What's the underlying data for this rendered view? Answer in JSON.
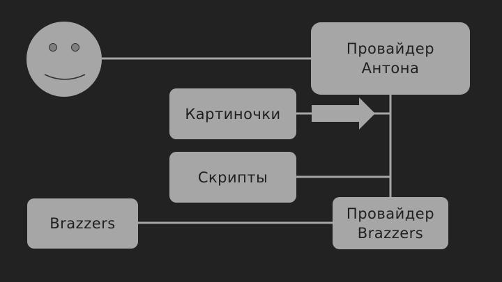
{
  "colors": {
    "background": "#222222",
    "shape_fill": "#a6a6a6",
    "line": "#a6a6a6",
    "text": "#1f1f1f",
    "face_eye": "#7f7f7f"
  },
  "nodes": {
    "anton_provider": "Провайдер\nАнтона",
    "pictures": "Картиночки",
    "scripts": "Скрипты",
    "brazzers": "Brazzers",
    "brazzers_provider": "Провайдер\nBrazzers"
  },
  "icons": {
    "user": "smiley-face-icon",
    "flow": "right-arrow-icon"
  }
}
